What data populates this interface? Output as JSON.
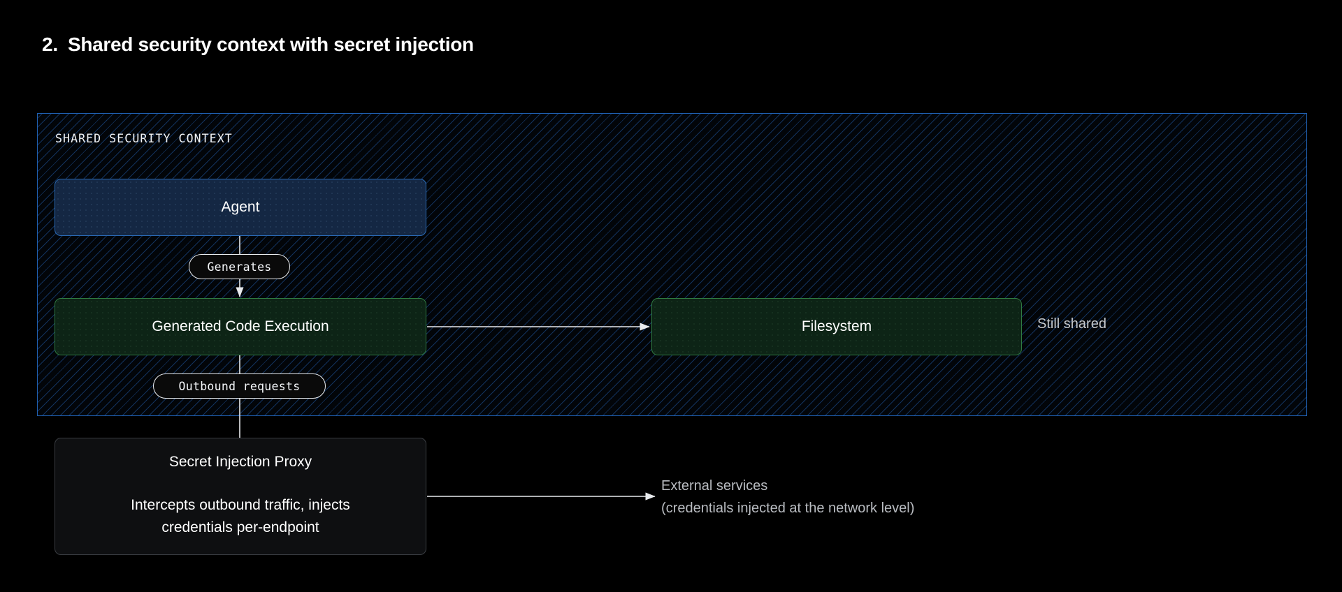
{
  "title": {
    "number": "2.",
    "text": "Shared security context with secret injection"
  },
  "container": {
    "label": "SHARED SECURITY CONTEXT",
    "border_color": "#1f5fb0",
    "hatch_color": "#1e56a0"
  },
  "nodes": {
    "agent": {
      "label": "Agent",
      "border_color": "#2a6ab5",
      "fill_color": "#142743"
    },
    "code_execution": {
      "label": "Generated Code Execution",
      "border_color": "#2f7a41",
      "fill_color": "#0d2416"
    },
    "filesystem": {
      "label": "Filesystem",
      "border_color": "#2f7a41",
      "fill_color": "#0d2416"
    },
    "proxy": {
      "title": "Secret Injection Proxy",
      "description": "Intercepts outbound traffic, injects\ncredentials per-endpoint",
      "border_color": "#3a3d42",
      "fill_color": "#0e0f11"
    }
  },
  "edge_labels": {
    "generates": "Generates",
    "outbound_requests": "Outbound requests"
  },
  "annotations": {
    "still_shared": "Still shared",
    "external_services": "External services\n(credentials injected at the network level)"
  }
}
